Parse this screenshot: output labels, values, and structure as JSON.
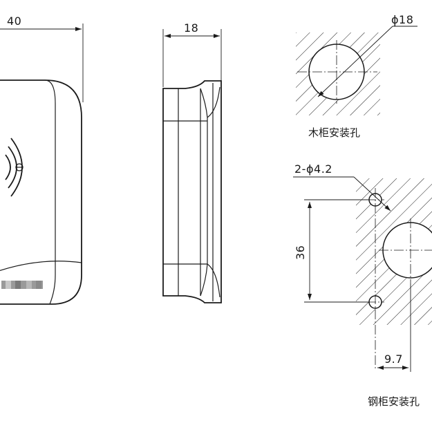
{
  "front_view": {
    "width_dim": "40"
  },
  "side_view": {
    "depth_dim": "18"
  },
  "wood_cabinet": {
    "diameter_dim": "ϕ18",
    "caption": "木柜安装孔"
  },
  "steel_cabinet": {
    "small_hole_dim": "2-ϕ4.2",
    "height_dim": "36",
    "offset_dim": "9.7",
    "caption": "钢柜安装孔"
  }
}
